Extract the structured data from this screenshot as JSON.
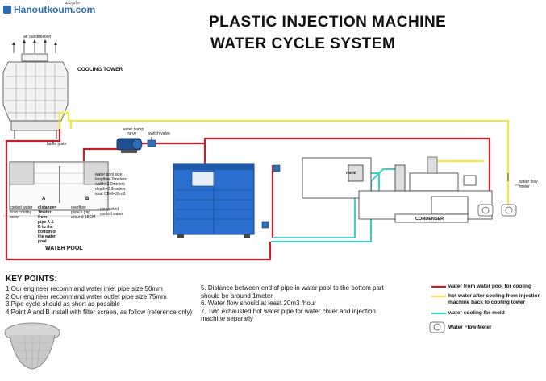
{
  "header": {
    "logo_text": "Hanoutkoum.com",
    "logo_arabic": "حانوتكم",
    "title_line1": "PLASTIC INJECTION MACHINE",
    "title_line2": "WATER CYCLE SYSTEM"
  },
  "labels": {
    "air_out": "air out direction",
    "cooling_tower": "COOLING TOWER",
    "water_pump": "water pump",
    "water_pump_power": "3KW",
    "switch_valve": "switch valve",
    "baffle_plate": "baffle plate",
    "pool_size_lines": [
      "water pool size",
      "length=4.0meters",
      "width=3.0meters",
      "depth=2.0meters",
      "total CBM=30m3"
    ],
    "cooled_water_lines": [
      "cooled water",
      "from cooling",
      "tower"
    ],
    "distance_lines": [
      "distance=",
      "1meter",
      "from",
      "pipe A &",
      "B to the",
      "bottom of",
      "the water",
      "pool"
    ],
    "overflow_lines": [
      "overflow",
      "plate's gap",
      "around 15CM"
    ],
    "completed_lines": [
      "completed",
      "cooled water"
    ],
    "water_pool": "WATER POOL",
    "mold": "mold",
    "condenser": "CONDENSER",
    "water_flow_meter_label": "water flow meter",
    "point_a": "A",
    "point_b": "B"
  },
  "key_points": {
    "heading": "KEY POINTS:",
    "left": [
      "1.Our engineer recommand water inlet pipe size 50mm",
      "2.Our engineer recommand water outlet pipe size 75mm",
      "3.Pipe cycle should as short as possible",
      "4.Point A and B install with filter screen, as follow (reference only)"
    ],
    "right": [
      "5. Distance between end of pipe in water pool to the bottom part",
      "should be around 1meter",
      "6. Water flow should at least 20m3 /hour",
      "7. Two exhausted hot water pipe for water chiler and injection",
      "machine separatly"
    ]
  },
  "legend": {
    "red_label": "water from water pool for cooling",
    "yellow_label_1": "hot water after cooling from injection",
    "yellow_label_2": "machine back to cooling tower",
    "cyan_label": "water cooling for mold",
    "meter_label": "Water Flow Meter"
  },
  "colors": {
    "red": "#c8202a",
    "yellow": "#f3e64a",
    "cyan": "#38d2c6",
    "chiller_blue": "#2a6fd0",
    "logo_blue": "#2d6bb5"
  }
}
